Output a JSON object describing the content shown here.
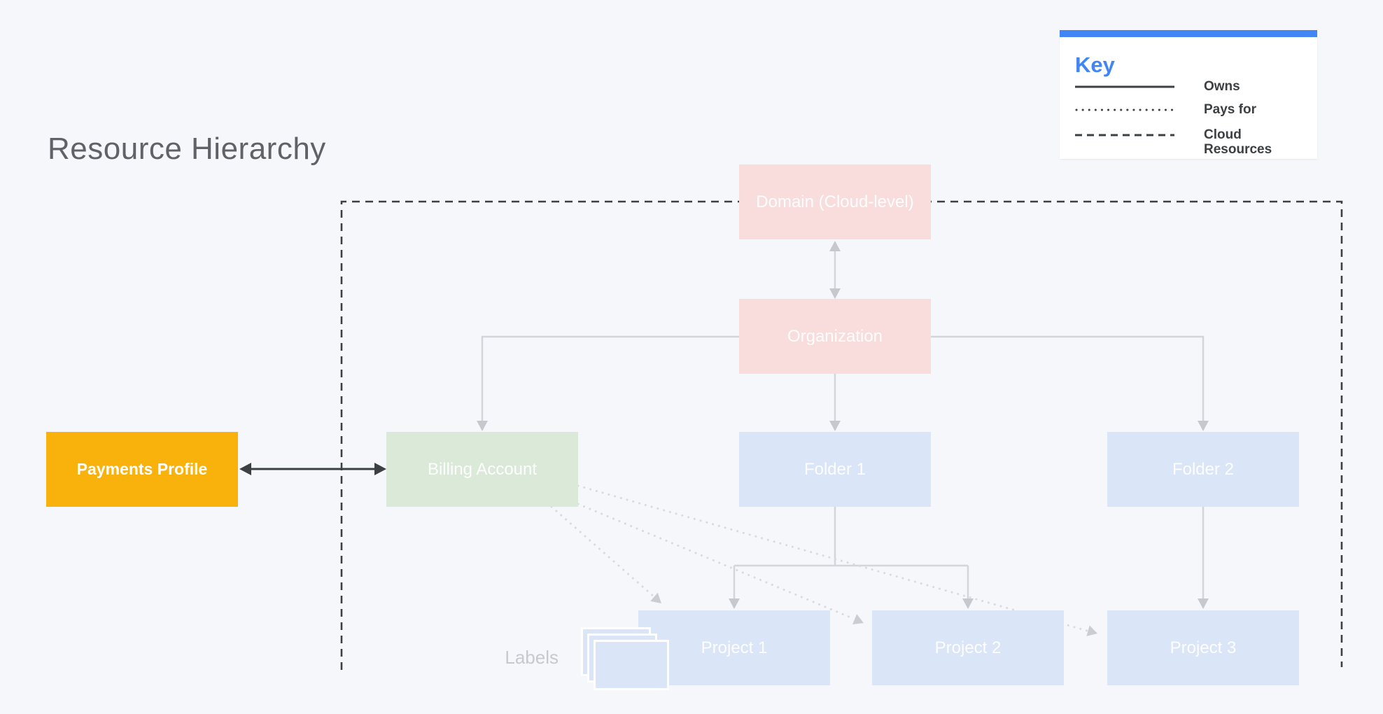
{
  "title": "Resource Hierarchy",
  "key": {
    "heading": "Key",
    "items": [
      {
        "label": "Owns",
        "line_style": "solid"
      },
      {
        "label": "Pays for",
        "line_style": "dotted"
      },
      {
        "label": "Cloud Resources",
        "line_style": "dashed"
      }
    ]
  },
  "nodes": {
    "domain": "Domain (Cloud-level)",
    "organization": "Organization",
    "payments_profile": "Payments Profile",
    "billing_account": "Billing Account",
    "folder1": "Folder 1",
    "folder2": "Folder 2",
    "project1": "Project 1",
    "project2": "Project 2",
    "project3": "Project 3"
  },
  "annotations": {
    "labels": "Labels"
  },
  "colors": {
    "background": "#f5f7fa",
    "title_text": "#5f6368",
    "key_accent_blue": "#4285f4",
    "legend_text": "#3c4043",
    "domain_org_fill": "#f8dddc",
    "folder_project_fill": "#dae5f8",
    "billing_fill": "#dbe9d9",
    "payments_fill": "#f9b10b",
    "node_text": "#ffffff",
    "owns_connector_gray": "#d2d5d9",
    "pays_for_dotted_gray": "#d7dade",
    "cloud_boundary_dark": "#3c4043",
    "labels_text_gray": "#c6c9ce"
  }
}
